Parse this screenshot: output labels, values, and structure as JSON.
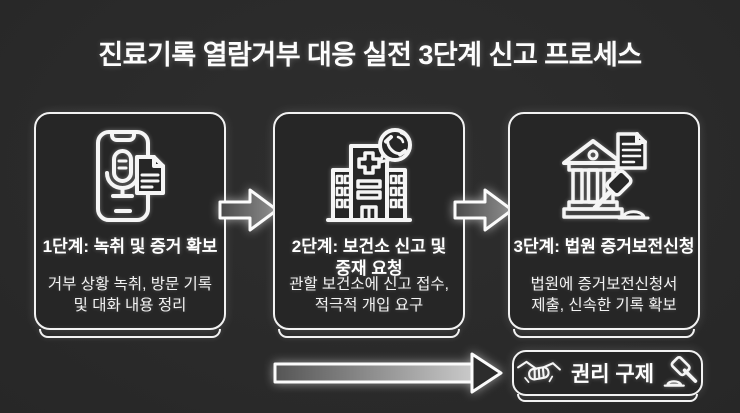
{
  "title": "진료기록 열람거부 대응 실전 3단계 신고 프로세스",
  "steps": [
    {
      "icon": "phone-recording-icon",
      "title": "1단계: 녹취 및 증거 확보",
      "description": "거부 상황 녹취, 방문 기록\n및 대화 내용 정리"
    },
    {
      "icon": "health-center-call-icon",
      "title": "2단계: 보건소 신고 및\n중재 요청",
      "description": "관할 보건소에 신고 접수,\n적극적 개입 요구"
    },
    {
      "icon": "courthouse-gavel-icon",
      "title": "3단계: 법원 증거보전신청",
      "description": "법원에 증거보전신청서\n제출, 신속한 기록 확보"
    }
  ],
  "result": {
    "label": "권리 구제",
    "icons": [
      "handshake-icon",
      "gavel-icon"
    ]
  },
  "colors": {
    "background": "#2b2b2b",
    "card_background": "#262626",
    "line": "#f2f2f2",
    "text": "#ffffff"
  }
}
